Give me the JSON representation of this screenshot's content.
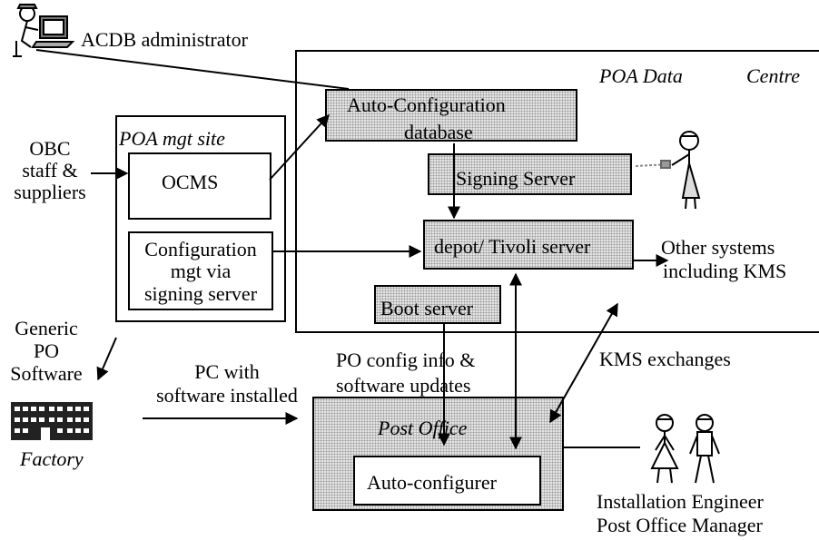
{
  "labels": {
    "acdb_admin": "ACDB administrator",
    "poa_data": "POA Data",
    "centre": "Centre",
    "poa_mgt_site": "POA mgt site",
    "obc_staff": [
      "OBC",
      "staff &",
      "suppliers"
    ],
    "ocms": "OCMS",
    "config_mgt": [
      "Configuration",
      "mgt via",
      "signing server"
    ],
    "auto_config_db": [
      "Auto-Configuration",
      "database"
    ],
    "signing_server": "Signing Server",
    "depot_tivoli": "depot/ Tivoli server",
    "boot_server": "Boot server",
    "other_systems": [
      "Other systems",
      "including KMS"
    ],
    "generic_po": [
      "Generic",
      "PO",
      "Software"
    ],
    "factory": "Factory",
    "pc_with": [
      "PC with",
      "software installed"
    ],
    "po_config": [
      "PO config info &",
      "software updates"
    ],
    "kms_exchanges": "KMS exchanges",
    "post_office": "Post Office",
    "auto_configurer": "Auto-configurer",
    "installation_engineer": "Installation Engineer",
    "post_office_manager": "Post Office Manager"
  },
  "icons": [
    "admin-at-computer-icon",
    "signing-person-icon",
    "factory-building-icon",
    "installation-engineer-icon",
    "post-office-manager-icon"
  ]
}
